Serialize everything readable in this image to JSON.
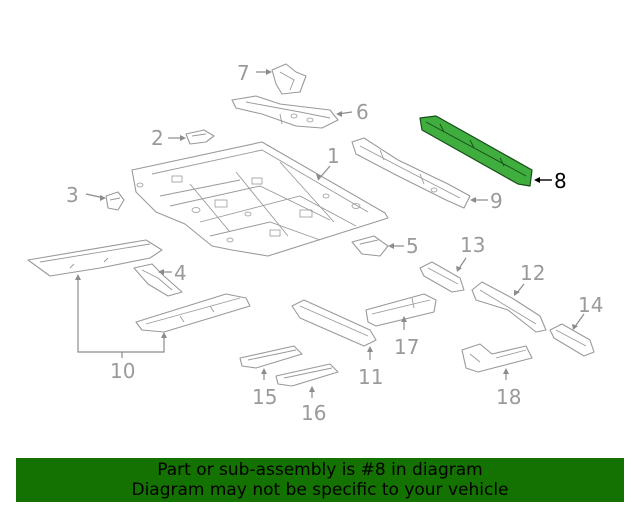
{
  "callouts": {
    "c1": "1",
    "c2": "2",
    "c3": "3",
    "c4": "4",
    "c5": "5",
    "c6": "6",
    "c7": "7",
    "c8": "8",
    "c9": "9",
    "c10": "10",
    "c11": "11",
    "c12": "12",
    "c13": "13",
    "c14": "14",
    "c15": "15",
    "c16": "16",
    "c17": "17",
    "c18": "18"
  },
  "highlighted_part": "8",
  "colors": {
    "highlight_fill": "#3fae3f",
    "banner_background": "#137200",
    "part_outline": "#9a9a9a"
  },
  "banner": {
    "line1": "Part or sub-assembly is #8 in diagram",
    "line2": "Diagram may not be specific to your vehicle"
  }
}
